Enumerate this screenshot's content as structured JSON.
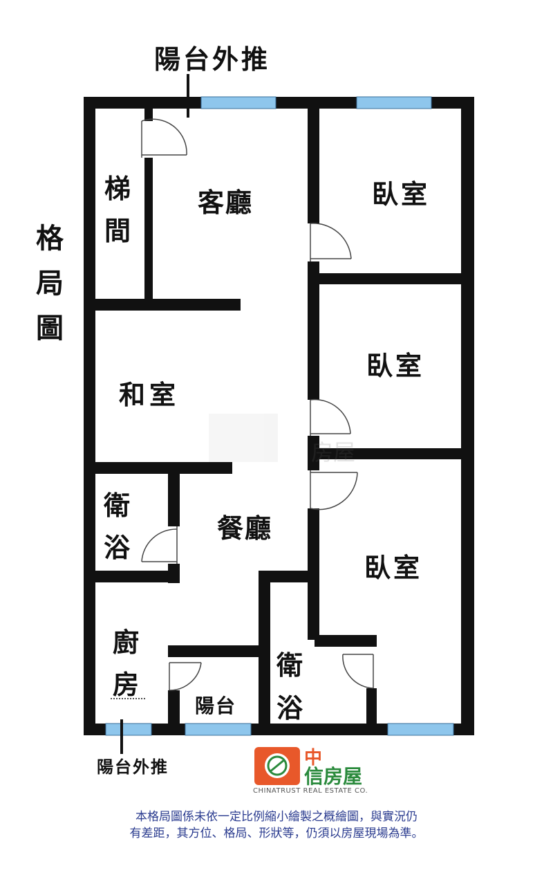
{
  "title": "格局圖",
  "labels": {
    "balcony_push_top": "陽台外推",
    "balcony_push_bottom": "陽台外推",
    "stairs_1": "梯",
    "stairs_2": "間",
    "living_room": "客廳",
    "bedroom_1": "臥室",
    "bedroom_2": "臥室",
    "bedroom_3": "臥室",
    "japanese_room": "和室",
    "dining_room": "餐廳",
    "bath_left_1": "衛",
    "bath_left_2": "浴",
    "bath_right_1": "衛",
    "bath_right_2": "浴",
    "kitchen_1": "廚",
    "kitchen_2": "房",
    "balcony": "陽台"
  },
  "brand": {
    "name": "中信房屋",
    "name_line1": "中",
    "name_line2": "信房屋",
    "english": "CHINATRUST REAL ESTATE CO.",
    "watermark": "房屋"
  },
  "disclaimer": {
    "line1": "本格局圖係未依一定比例縮小繪製之概繪圖，與實況仍",
    "line2": "有差距，其方位、格局、形狀等，仍須以房屋現場為準。"
  },
  "colors": {
    "wall": "#111111",
    "window": "#8ec6ec",
    "logo_orange": "#e8582a",
    "logo_green": "#2a8a3c",
    "text_blue": "#2a3b8f"
  }
}
